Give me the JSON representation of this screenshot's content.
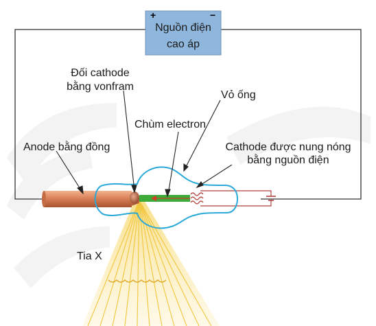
{
  "power_source": {
    "line1": "Nguồn điện",
    "line2": "cao áp",
    "plus": "+",
    "minus": "−"
  },
  "labels": {
    "target_line1": "Đối cathode",
    "target_line2": "bằng vonfram",
    "tube_shell": "Vỏ ống",
    "electron_beam": "Chùm electron",
    "copper_anode": "Anode bằng đồng",
    "heated_cathode_line1": "Cathode được nung nóng",
    "heated_cathode_line2": "bằng nguồn điện",
    "xray": "Tia X"
  },
  "colors": {
    "power_box": "#8fb6dc",
    "tube_outline": "#2aa8d8",
    "electron_beam": "#3dab3a",
    "copper": "#d9835a",
    "xray": "#f6d35a",
    "filament": "#b0403a"
  }
}
